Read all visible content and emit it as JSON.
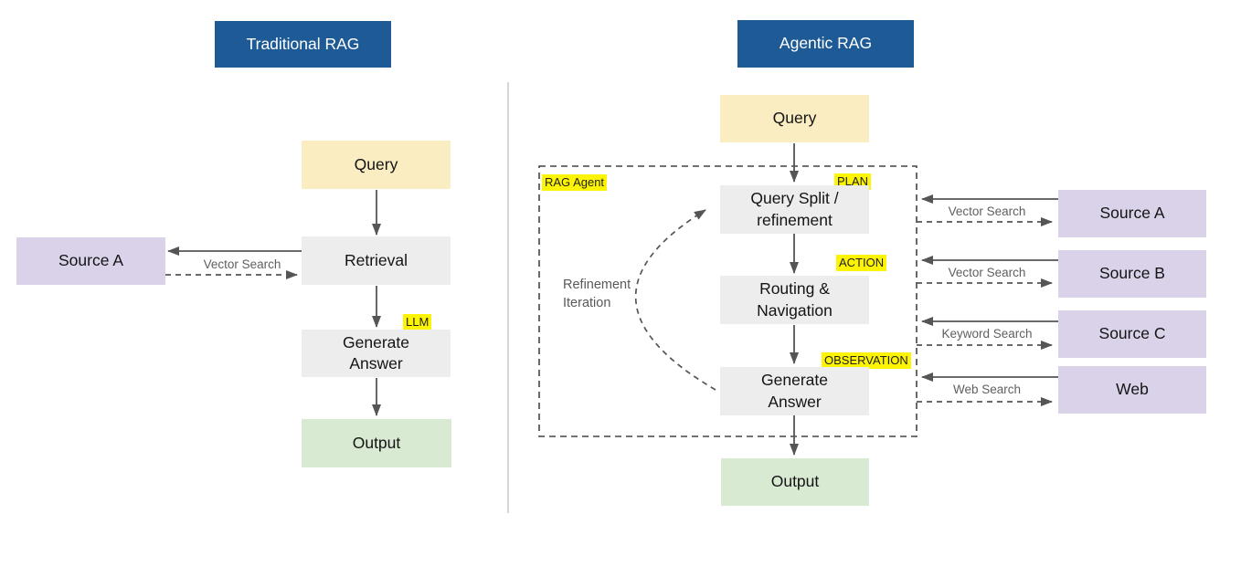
{
  "colors": {
    "header_bg": "#1e5a96",
    "header_text": "#ffffff",
    "query_bg": "#fbedc2",
    "process_bg": "#ededed",
    "source_bg": "#d9d2e9",
    "output_bg": "#d9ead3",
    "highlight_bg": "#fcf403",
    "arrow": "#555555",
    "dashed_border": "#444444",
    "muted_text": "#5f5f5f",
    "divider": "#c9c9c9"
  },
  "left": {
    "title": "Traditional RAG",
    "query": "Query",
    "retrieval": "Retrieval",
    "generate_answer": "Generate\nAnswer",
    "output": "Output",
    "source_a": "Source A",
    "vector_search": "Vector Search",
    "llm_badge": "LLM"
  },
  "right": {
    "title": "Agentic RAG",
    "query": "Query",
    "rag_agent_badge": "RAG Agent",
    "plan_badge": "PLAN",
    "query_split": "Query Split /\nrefinement",
    "action_badge": "ACTION",
    "routing": "Routing &\nNavigation",
    "observation_badge": "OBSERVATION",
    "generate_answer": "Generate\nAnswer",
    "output": "Output",
    "refinement_label": "Refinement\nIteration",
    "sources": [
      {
        "label": "Source A",
        "search": "Vector Search"
      },
      {
        "label": "Source B",
        "search": "Vector Search"
      },
      {
        "label": "Source C",
        "search": "Keyword Search"
      },
      {
        "label": "Web",
        "search": "Web Search"
      }
    ]
  }
}
